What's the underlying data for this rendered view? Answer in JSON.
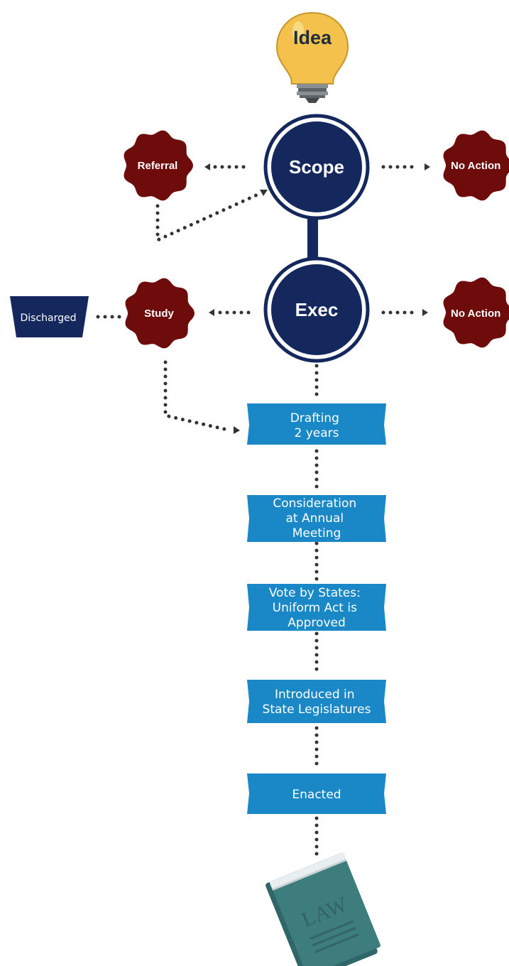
{
  "idea": {
    "label": "Idea"
  },
  "circles": {
    "scope": {
      "label": "Scope"
    },
    "exec": {
      "label": "Exec"
    }
  },
  "seals": {
    "referral": {
      "label": "Referral"
    },
    "no_action_top": {
      "label": "No Action"
    },
    "study": {
      "label": "Study"
    },
    "no_action_bottom": {
      "label": "No Action"
    }
  },
  "discharged": {
    "label": "Discharged"
  },
  "steps": {
    "drafting": [
      "Drafting",
      "2 years"
    ],
    "consideration": [
      "Consideration",
      "at Annual",
      "Meeting"
    ],
    "vote": [
      "Vote by States:",
      "Uniform Act is",
      "Approved"
    ],
    "introduced": [
      "Introduced in",
      "State Legislatures"
    ],
    "enacted": [
      "Enacted"
    ]
  },
  "law_book": {
    "title": "LAW"
  },
  "colors": {
    "navy": "#14285e",
    "maroon": "#6e0b0b",
    "step_blue": "#1a87c6",
    "book": "#3e7d7e",
    "dots": "#333333"
  }
}
